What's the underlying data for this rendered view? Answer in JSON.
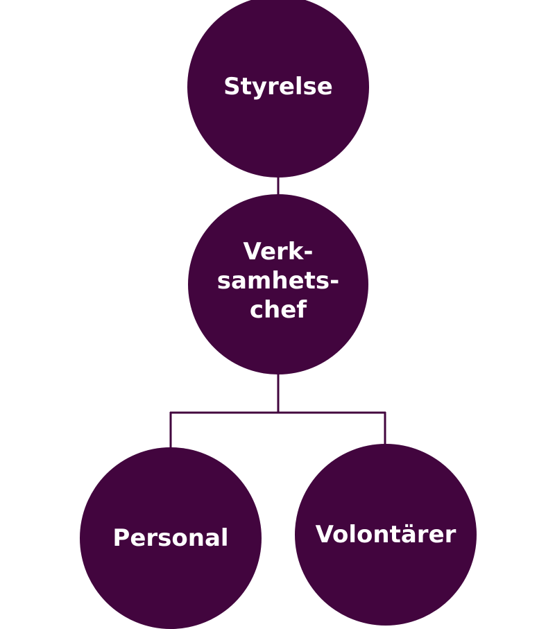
{
  "colors": {
    "node": "#42053e",
    "line": "#42053e",
    "text": "#ffffff"
  },
  "nodes": {
    "board": "Styrelse",
    "manager": "Verk-\nsamhets-\nchef",
    "staff": "Personal",
    "volunteers": "Volontärer"
  }
}
